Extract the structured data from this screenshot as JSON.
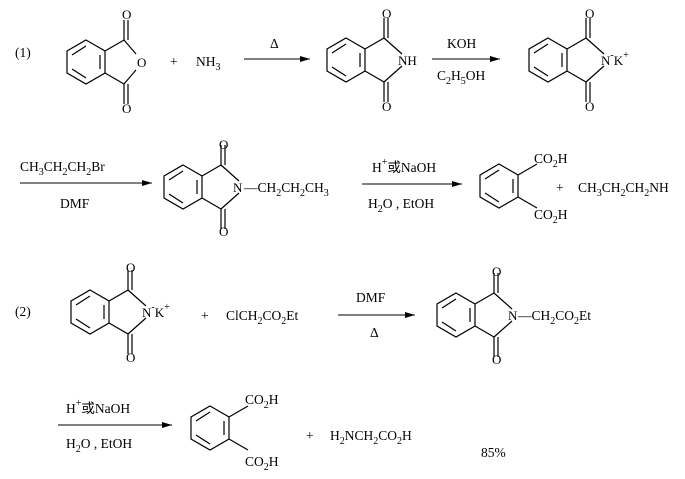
{
  "scheme": {
    "r1_label": "(1)",
    "r2_label": "(2)",
    "heat": "Δ",
    "plus": "+",
    "atoms": {
      "O": "O",
      "NH": "NH",
      "N": "N",
      "K": "K",
      "minus": "-",
      "plus_charge": "+"
    },
    "nh3": {
      "main": "NH",
      "sub": "3"
    },
    "koh": "KOH",
    "ethanol": {
      "a": "C",
      "a_sub": "2",
      "b": "H",
      "b_sub": "5",
      "c": "OH"
    },
    "propyl_bromide": {
      "a": "CH",
      "a_sub": "3",
      "b": "CH",
      "b_sub": "2",
      "c": "CH",
      "c_sub": "2",
      "d": "Br"
    },
    "dmf": "DMF",
    "propyl_chain": {
      "dash": "—",
      "a": "CH",
      "a_sub": "2",
      "b": "CH",
      "b_sub": "2",
      "c": "CH",
      "c_sub": "3"
    },
    "hydrolysis_top": {
      "h": "H",
      "plus": "+",
      "rest": "或NaOH"
    },
    "hydrolysis_bottom": {
      "a": "H",
      "a_sub": "2",
      "b": "O , EtOH"
    },
    "co2h": {
      "a": "CO",
      "a_sub": "2",
      "b": "H"
    },
    "propylamine": {
      "a": "CH",
      "a_sub": "3",
      "b": "CH",
      "b_sub": "2",
      "c": "CH",
      "c_sub": "2",
      "d": "NH"
    },
    "chloroester": {
      "a": "ClCH",
      "a_sub": "2",
      "b": "CO",
      "b_sub": "2",
      "c": "Et"
    },
    "ester_chain": {
      "dash": "—",
      "a": "CH",
      "a_sub": "2",
      "b": "CO",
      "b_sub": "2",
      "c": "Et"
    },
    "glycine": {
      "a": "H",
      "a_sub": "2",
      "b": "NCH",
      "b_sub": "2",
      "c": "CO",
      "c_sub": "2",
      "d": "H"
    },
    "yield": "85%"
  }
}
